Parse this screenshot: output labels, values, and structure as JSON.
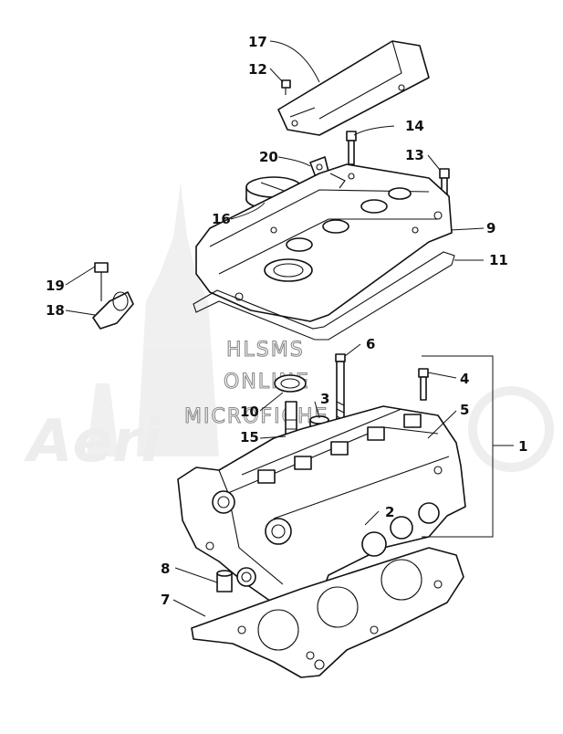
{
  "watermark": {
    "lines": [
      "HLSMS",
      "ONLINE",
      "MICROFICHE"
    ],
    "logo_text": "Aeri"
  },
  "callouts": {
    "c1": "1",
    "c2": "2",
    "c3": "3",
    "c4": "4",
    "c5": "5",
    "c6": "6",
    "c7": "7",
    "c8": "8",
    "c9": "9",
    "c10": "10",
    "c11": "11",
    "c12": "12",
    "c13": "13",
    "c14": "14",
    "c15": "15",
    "c16": "16",
    "c17": "17",
    "c18": "18",
    "c19": "19",
    "c20": "20"
  }
}
